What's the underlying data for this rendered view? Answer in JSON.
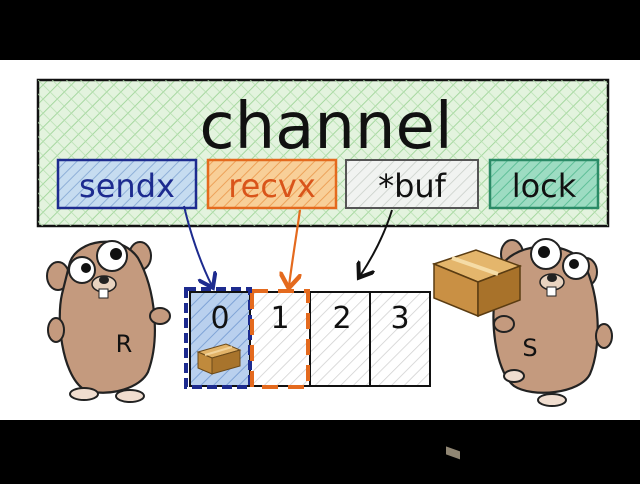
{
  "title": "channel",
  "fields": {
    "sendx": "sendx",
    "recvx": "recvx",
    "buf": "*buf",
    "lock": "lock"
  },
  "buffer_slots": [
    "0",
    "1",
    "2",
    "3"
  ],
  "gophers": {
    "receiver_label": "R",
    "sender_label": "S"
  },
  "colors": {
    "channel_fill": "#dcefd6",
    "channel_hatch": "#9fd39a",
    "sendx_fill": "#b9d3ec",
    "sendx_stroke": "#1d2b8f",
    "recvx_fill": "#f6c68c",
    "recvx_stroke": "#e46a1e",
    "buf_fill": "#eef2ee",
    "lock_fill": "#8fd3b8",
    "lock_stroke": "#2a8a66",
    "gopher_body": "#c49a7e",
    "box_brown": "#b8833a"
  }
}
